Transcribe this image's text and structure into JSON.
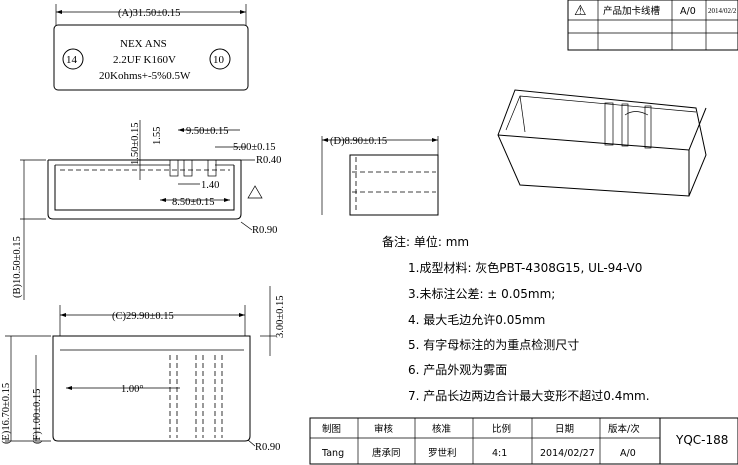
{
  "revision_table": {
    "symbol": "⚠",
    "description": "产品加卡线槽",
    "rev": "A/0",
    "date": "2014/02/2"
  },
  "label_plate": {
    "dim_a": "(A)31.50±0.15",
    "pin_left": "14",
    "pin_right": "10",
    "line1": "NEX ANS",
    "line2": "2.2UF  K160V",
    "line3": "20Kohms+-5%0.5W"
  },
  "front_view": {
    "dim_slot_depth": "1.50±0.15",
    "dim_155": "1.55",
    "dim_950": "9.50±0.15",
    "dim_500": "5.00±0.15",
    "r040": "R0.40",
    "dim_140": "1.40",
    "dim_850": "8.50±0.15",
    "r090": "R0.90",
    "dim_b": "(B)10.50±0.15"
  },
  "side_view": {
    "dim_d": "(D)8.90±0.15"
  },
  "bottom_view": {
    "dim_c": "(C)29.90±0.15",
    "dim_300": "3.00±0.15",
    "dim_100": "1.00°",
    "dim_e": "(E)16.70±0.15",
    "dim_f": "(F)1.00±0.15",
    "r090": "R0.90"
  },
  "notes": {
    "title": "备注:   单位: mm",
    "items": [
      "1.成型材料:  灰色PBT-4308G15, UL-94-V0",
      "3.未标注公差:   ± 0.05mm;",
      "4.  最大毛边允许0.05mm",
      "5.  有字母标注的为重点检测尺寸",
      "6.  产品外观为雾面",
      "7.  产品长边两边合计最大变形不超过0.4mm."
    ]
  },
  "title_block": {
    "headers": [
      "制图",
      "审核",
      "核准",
      "比例",
      "日期",
      "版本/次"
    ],
    "values": [
      "Tang",
      "唐承同",
      "罗世利",
      "4:1",
      "2014/02/27",
      "A/0"
    ],
    "part_no": "YQC-188"
  }
}
